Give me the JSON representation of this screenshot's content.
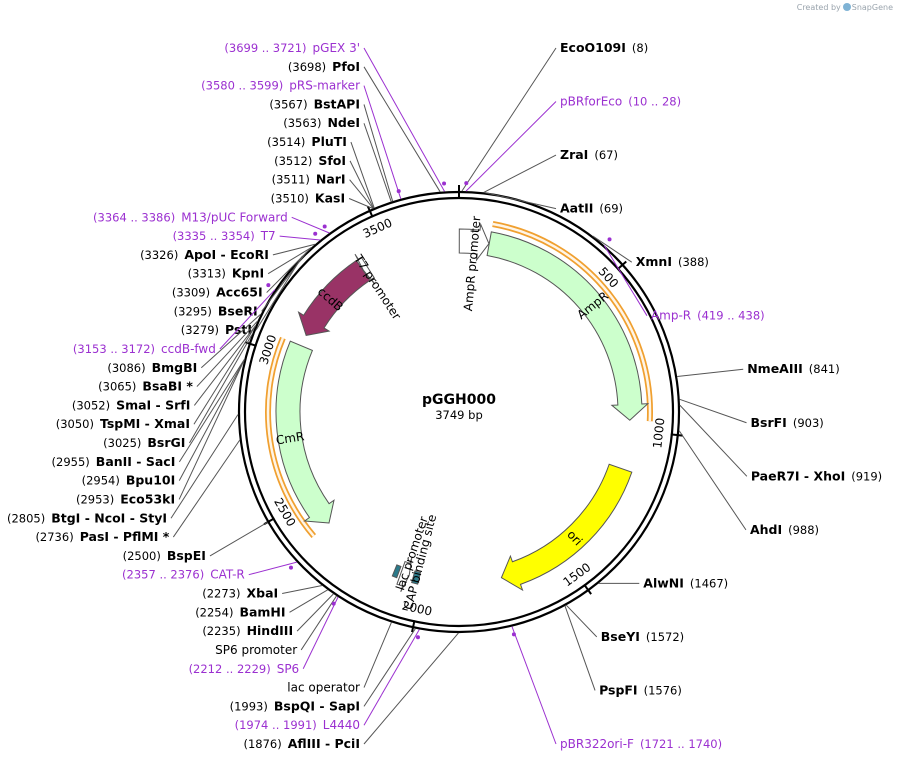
{
  "plasmid": {
    "name": "pGGH000",
    "length_label": "3749 bp",
    "length": 3749
  },
  "watermark": {
    "created_by": "Created by",
    "brand": "SnapGene"
  },
  "ticks": [
    "500",
    "1000",
    "1500",
    "2000",
    "2500",
    "3000",
    "3500"
  ],
  "tick_positions": [
    500,
    1000,
    1500,
    2000,
    2500,
    3000,
    3500
  ],
  "features": [
    {
      "name": "AmpR promoter",
      "start": 1,
      "end": 105,
      "kind": "promoter",
      "strand": 1,
      "color": "#ffffff"
    },
    {
      "name": "AmpR",
      "start": 106,
      "end": 966,
      "kind": "cds",
      "strand": 1,
      "color": "#ccffcc"
    },
    {
      "name": "ori",
      "start": 1137,
      "end": 1725,
      "kind": "ori",
      "strand": 1,
      "color": "#ffff00"
    },
    {
      "name": "CAP binding site",
      "start": 2015,
      "end": 2036,
      "kind": "box",
      "strand": 1,
      "color": "#2a7a8a"
    },
    {
      "name": "lac promoter",
      "start": 2051,
      "end": 2081,
      "kind": "promoter",
      "strand": -1,
      "color": "#ffffff"
    },
    {
      "name": "",
      "start": 2089,
      "end": 2105,
      "kind": "box",
      "strand": 1,
      "color": "#2a7a8a"
    },
    {
      "name": "CmR",
      "start": 2390,
      "end": 3049,
      "kind": "cds",
      "strand": -1,
      "color": "#ccffcc"
    },
    {
      "name": "ccdB",
      "start": 3089,
      "end": 3394,
      "kind": "cds",
      "strand": -1,
      "color": "#993366"
    },
    {
      "name": "T7 promoter",
      "start": 3395,
      "end": 3413,
      "kind": "promoter",
      "strand": -1,
      "color": "#ffffff"
    }
  ],
  "orange_arcs": [
    {
      "start": 106,
      "end": 966
    },
    {
      "start": 2390,
      "end": 3049
    }
  ],
  "labels": [
    {
      "num": "(8)",
      "name": "EcoO109I",
      "type": "site",
      "pos": 8
    },
    {
      "num": "(10 .. 28)",
      "name": "pBRforEco",
      "type": "primer",
      "pos": 19
    },
    {
      "num": "(67)",
      "name": "ZraI",
      "type": "site",
      "pos": 67
    },
    {
      "num": "(69)",
      "name": "AatII",
      "type": "site",
      "pos": 69
    },
    {
      "num": "(388)",
      "name": "XmnI",
      "type": "site",
      "pos": 388
    },
    {
      "num": "(419 .. 438)",
      "name": "Amp-R",
      "type": "primer",
      "pos": 428
    },
    {
      "num": "(841)",
      "name": "NmeAIII",
      "type": "site",
      "pos": 841
    },
    {
      "num": "(903)",
      "name": "BsrFI",
      "type": "site",
      "pos": 903
    },
    {
      "num": "(919)",
      "name": "PaeR7I - XhoI",
      "type": "site",
      "pos": 919
    },
    {
      "num": "(988)",
      "name": "AhdI",
      "type": "site",
      "pos": 988
    },
    {
      "num": "(1467)",
      "name": "AlwNI",
      "type": "site",
      "pos": 1467
    },
    {
      "num": "(1572)",
      "name": "BseYI",
      "type": "site",
      "pos": 1572
    },
    {
      "num": "(1576)",
      "name": "PspFI",
      "type": "site",
      "pos": 1576
    },
    {
      "num": "(1721 .. 1740)",
      "name": "pBR322ori-F",
      "type": "primer",
      "pos": 1730
    },
    {
      "num": "(1876)",
      "name": "AflIII - PciI",
      "type": "site",
      "pos": 1876
    },
    {
      "num": "(1974 .. 1991)",
      "name": "L4440",
      "type": "primer",
      "pos": 1982
    },
    {
      "num": "(1993)",
      "name": "BspQI - SapI",
      "type": "site",
      "pos": 1993
    },
    {
      "num": "",
      "name": "lac operator",
      "type": "boxlabel",
      "pos": 2060
    },
    {
      "num": "(2212 .. 2229)",
      "name": "SP6",
      "type": "primer",
      "pos": 2220
    },
    {
      "num": "",
      "name": "SP6 promoter",
      "type": "boxlabel2",
      "pos": 2225
    },
    {
      "num": "(2235)",
      "name": "HindIII",
      "type": "site",
      "pos": 2235
    },
    {
      "num": "(2254)",
      "name": "BamHI",
      "type": "site",
      "pos": 2254
    },
    {
      "num": "(2273)",
      "name": "XbaI",
      "type": "site",
      "pos": 2273
    },
    {
      "num": "(2357 .. 2376)",
      "name": "CAT-R",
      "type": "primer",
      "pos": 2366
    },
    {
      "num": "(2500)",
      "name": "BspEI",
      "type": "site",
      "pos": 2500
    },
    {
      "num": "(2736)",
      "name": "PasI - PflMI *",
      "type": "site",
      "pos": 2736
    },
    {
      "num": "(2805)",
      "name": "BtgI - NcoI - StyI",
      "type": "site",
      "pos": 2805
    },
    {
      "num": "(2953)",
      "name": "Eco53kI",
      "type": "site",
      "pos": 2953
    },
    {
      "num": "(2954)",
      "name": "Bpu10I",
      "type": "site",
      "pos": 2954
    },
    {
      "num": "(2955)",
      "name": "BanII - SacI",
      "type": "site",
      "pos": 2955
    },
    {
      "num": "(3025)",
      "name": "BsrGI",
      "type": "site",
      "pos": 3025
    },
    {
      "num": "(3050)",
      "name": "TspMI - XmaI",
      "type": "site",
      "pos": 3050
    },
    {
      "num": "(3052)",
      "name": "SmaI - SrfI",
      "type": "site",
      "pos": 3052
    },
    {
      "num": "(3065)",
      "name": "BsaBI *",
      "type": "site",
      "pos": 3065
    },
    {
      "num": "(3086)",
      "name": "BmgBI",
      "type": "site",
      "pos": 3086
    },
    {
      "num": "(3153 .. 3172)",
      "name": "ccdB-fwd",
      "type": "primer",
      "pos": 3162
    },
    {
      "num": "(3279)",
      "name": "PstI",
      "type": "site",
      "pos": 3279
    },
    {
      "num": "(3295)",
      "name": "BseRI",
      "type": "site",
      "pos": 3295
    },
    {
      "num": "(3309)",
      "name": "Acc65I",
      "type": "site",
      "pos": 3309
    },
    {
      "num": "(3313)",
      "name": "KpnI",
      "type": "site",
      "pos": 3313
    },
    {
      "num": "(3326)",
      "name": "ApoI - EcoRI",
      "type": "site",
      "pos": 3326
    },
    {
      "num": "(3335 .. 3354)",
      "name": "T7",
      "type": "primer",
      "pos": 3344
    },
    {
      "num": "(3364 .. 3386)",
      "name": "M13/pUC Forward",
      "type": "primer",
      "pos": 3375
    },
    {
      "num": "(3510)",
      "name": "KasI",
      "type": "site",
      "pos": 3510
    },
    {
      "num": "(3511)",
      "name": "NarI",
      "type": "site",
      "pos": 3511
    },
    {
      "num": "(3512)",
      "name": "SfoI",
      "type": "site",
      "pos": 3512
    },
    {
      "num": "(3514)",
      "name": "PluTI",
      "type": "site",
      "pos": 3514
    },
    {
      "num": "(3563)",
      "name": "NdeI",
      "type": "site",
      "pos": 3563
    },
    {
      "num": "(3567)",
      "name": "BstAPI",
      "type": "site",
      "pos": 3567
    },
    {
      "num": "(3580 .. 3599)",
      "name": "pRS-marker",
      "type": "primer",
      "pos": 3590
    },
    {
      "num": "(3698)",
      "name": "PfoI",
      "type": "site",
      "pos": 3698
    },
    {
      "num": "(3699 .. 3721)",
      "name": "pGEX 3'",
      "type": "primer",
      "pos": 3710
    }
  ],
  "colors": {
    "primer": "#9b30d0",
    "backbone": "#000000",
    "orange": "#f0a030"
  }
}
